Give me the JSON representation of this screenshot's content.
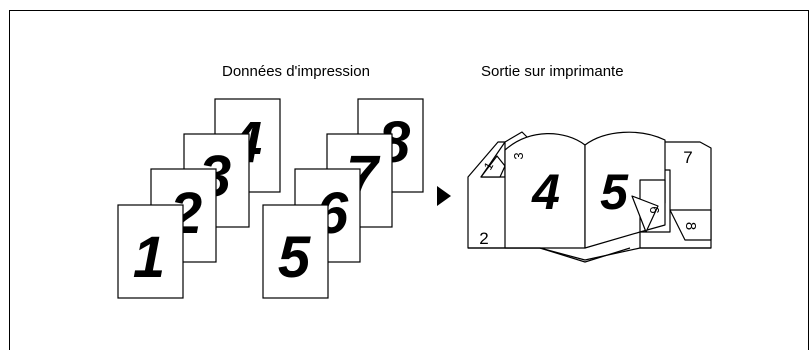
{
  "captions": {
    "print_data": "Données d'impression",
    "printer_output": "Sortie sur imprimante"
  },
  "pages": {
    "p1": "1",
    "p2": "2",
    "p3": "3",
    "p4": "4",
    "p5": "5",
    "p6": "6",
    "p7": "7",
    "p8": "8"
  },
  "output": {
    "left_center": "4",
    "right_center": "5",
    "corner_1": "1",
    "corner_2": "2",
    "corner_3": "3",
    "corner_6": "6",
    "corner_7": "7",
    "corner_8": "8"
  },
  "arrow_icon": "triangle-right"
}
